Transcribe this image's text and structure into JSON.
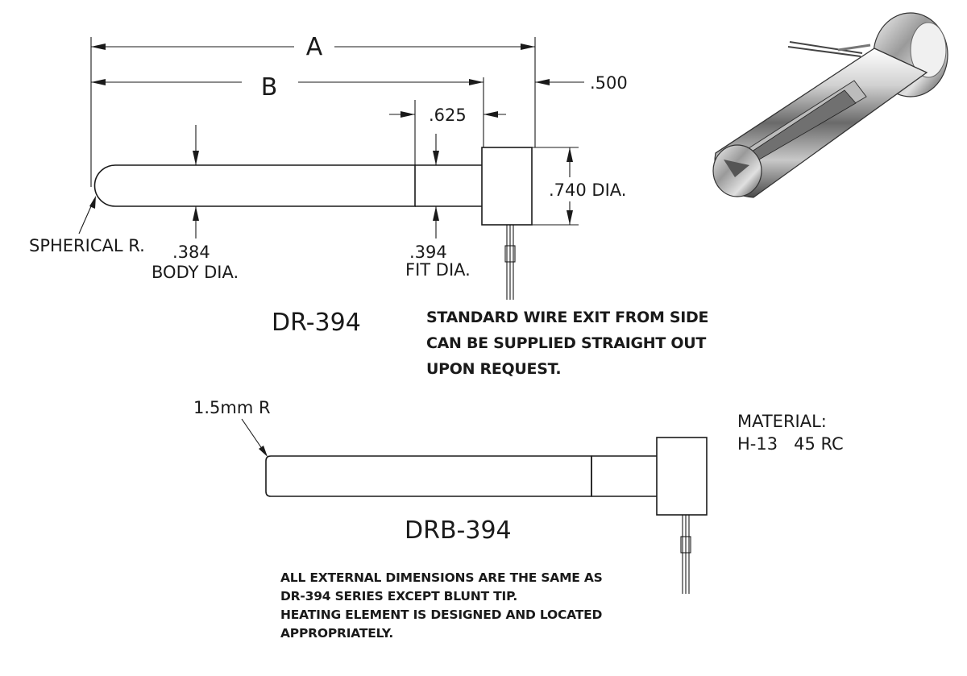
{
  "drawing": {
    "top": {
      "dim_a": "A",
      "dim_b": "B",
      "dim_500": ".500",
      "dim_625": ".625",
      "dim_740": ".740 DIA.",
      "spherical": "SPHERICAL R.",
      "body_dia_value": ".384",
      "body_dia_label": "BODY DIA.",
      "fit_dia_value": ".394",
      "fit_dia_label": "FIT DIA.",
      "model": "DR-394",
      "wire_note": [
        "STANDARD WIRE EXIT FROM SIDE",
        "CAN BE SUPPLIED STRAIGHT OUT",
        "UPON REQUEST."
      ]
    },
    "bottom": {
      "radius": "1.5mm R",
      "model": "DRB-394",
      "material_label": "MATERIAL:",
      "material_value": "H-13   45 RC",
      "notes": [
        "ALL EXTERNAL DIMENSIONS ARE THE SAME AS",
        "DR-394 SERIES EXCEPT BLUNT TIP.",
        "HEATING ELEMENT IS DESIGNED AND LOCATED",
        "APPROPRIATELY."
      ]
    }
  },
  "colors": {
    "ink": "#1a1a1a",
    "metal_dark": "#3a3a3a",
    "metal_light": "#e8e8e8"
  }
}
